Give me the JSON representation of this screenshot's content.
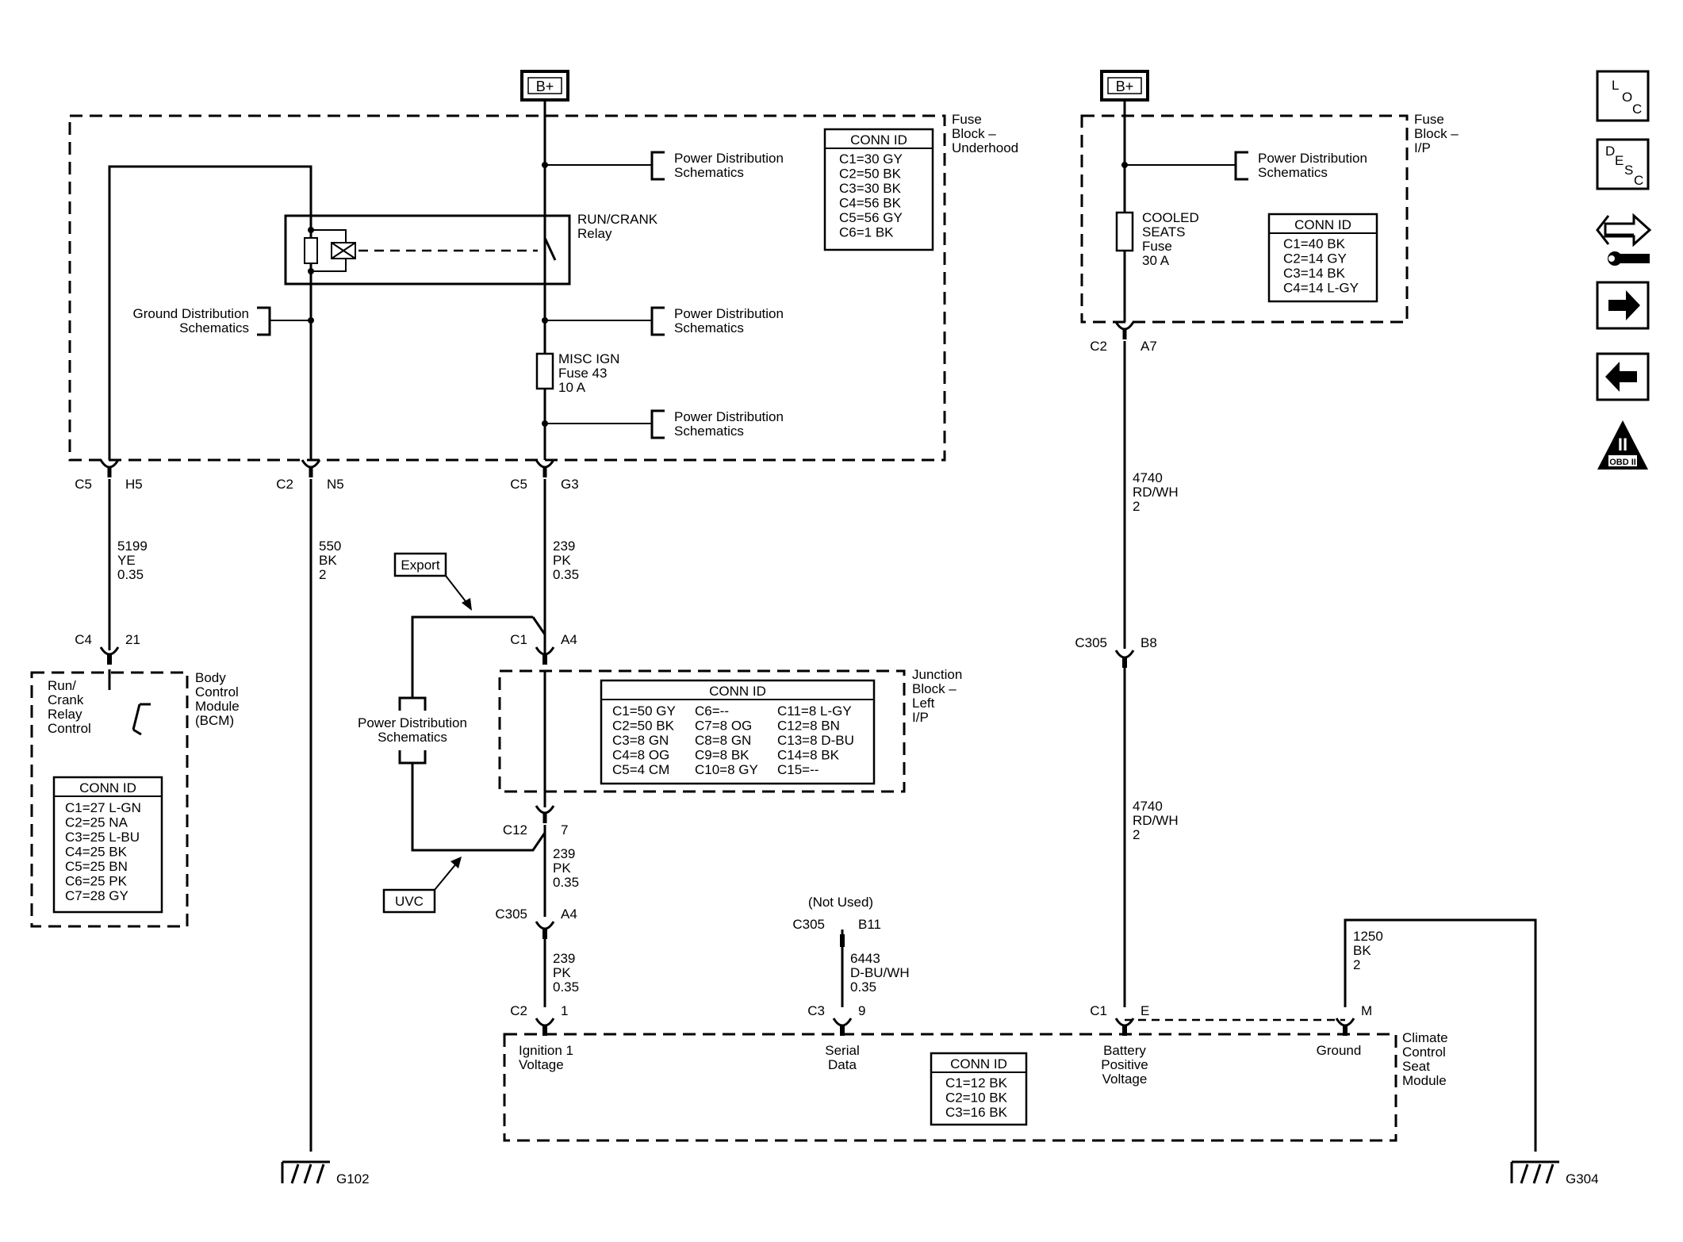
{
  "sources": {
    "bplus_left": "B+",
    "bplus_right": "B+"
  },
  "blocks": {
    "fuse_underhood": "Fuse Block – Underhood",
    "fuse_ip": "Fuse Block – I/P",
    "junction": "Junction Block – Left I/P",
    "bcm": "Body Control Module (BCM)",
    "ccsm": "Climate Control Seat Module"
  },
  "components": {
    "relay": "RUN/CRANK Relay",
    "misc_fuse": "MISC IGN Fuse 43 10 A",
    "cooled_fuse": "COOLED SEATS Fuse 30 A",
    "bcm_func": "Run/ Crank Relay Control"
  },
  "refs": {
    "pd1": "Power Distribution Schematics",
    "pd2": "Power Distribution Schematics",
    "pd3": "Power Distribution Schematics",
    "pd4": "Power Distribution Schematics",
    "pd5": "Power Distribution Schematics",
    "gd": "Ground Distribution Schematics"
  },
  "conn_tables": {
    "underhood": {
      "title": "CONN ID",
      "rows": [
        "C1=30 GY",
        "C2=50 BK",
        "C3=30 BK",
        "C4=56 BK",
        "C5=56 GY",
        "C6=1 BK"
      ]
    },
    "ip": {
      "title": "CONN ID",
      "rows": [
        "C1=40 BK",
        "C2=14 GY",
        "C3=14 BK",
        "C4=14 L-GY"
      ]
    },
    "junction": {
      "title": "CONN ID",
      "rows": [
        [
          "C1=50 GY",
          "C6=--",
          "C11=8 L-GY"
        ],
        [
          "C2=50 BK",
          "C7=8 OG",
          "C12=8 BN"
        ],
        [
          "C3=8 GN",
          "C8=8 GN",
          "C13=8 D-BU"
        ],
        [
          "C4=8 OG",
          "C9=8 BK",
          "C14=8 BK"
        ],
        [
          "C5=4 CM",
          "C10=8 GY",
          "C15=--"
        ]
      ]
    },
    "bcm": {
      "title": "CONN ID",
      "rows": [
        "C1=27 L-GN",
        "C2=25 NA",
        "C3=25 L-BU",
        "C4=25 BK",
        "C5=25 BN",
        "C6=25 PK",
        "C7=28 GY"
      ]
    },
    "ccsm": {
      "title": "CONN ID",
      "rows": [
        "C1=12 BK",
        "C2=10 BK",
        "C3=16 BK"
      ]
    }
  },
  "pins": {
    "c5_h5": {
      "conn": "C5",
      "pin": "H5"
    },
    "c2_n5": {
      "conn": "C2",
      "pin": "N5"
    },
    "c5_g3": {
      "conn": "C5",
      "pin": "G3"
    },
    "c4_21": {
      "conn": "C4",
      "pin": "21"
    },
    "c1_a4": {
      "conn": "C1",
      "pin": "A4"
    },
    "c12_7": {
      "conn": "C12",
      "pin": "7"
    },
    "c305_a4": {
      "conn": "C305",
      "pin": "A4"
    },
    "c2_1": {
      "conn": "C2",
      "pin": "1"
    },
    "c305_b11": {
      "conn": "C305",
      "pin": "B11"
    },
    "c3_9": {
      "conn": "C3",
      "pin": "9"
    },
    "c2_a7": {
      "conn": "C2",
      "pin": "A7"
    },
    "c305_b8": {
      "conn": "C305",
      "pin": "B8"
    },
    "c1_e": {
      "conn": "C1",
      "pin": "E"
    },
    "m": {
      "pin": "M"
    }
  },
  "wires": {
    "w5199": [
      "5199",
      "YE",
      "0.35"
    ],
    "w550": [
      "550",
      "BK",
      "2"
    ],
    "w239a": [
      "239",
      "PK",
      "0.35"
    ],
    "w239b": [
      "239",
      "PK",
      "0.35"
    ],
    "w239c": [
      "239",
      "PK",
      "0.35"
    ],
    "w6443": [
      "6443",
      "D-BU/WH",
      "0.35"
    ],
    "w4740a": [
      "4740",
      "RD/WH",
      "2"
    ],
    "w4740b": [
      "4740",
      "RD/WH",
      "2"
    ],
    "w1250": [
      "1250",
      "BK",
      "2"
    ]
  },
  "module_pins": {
    "ign": "Ignition 1 Voltage",
    "serial": "Serial Data",
    "batt": "Battery Positive Voltage",
    "gnd": "Ground"
  },
  "not_used": "(Not Used)",
  "grounds": {
    "g102": "G102",
    "g304": "G304"
  },
  "options": {
    "export": "Export",
    "uvc": "UVC"
  },
  "nav": {
    "loc": [
      "L",
      "O",
      "C"
    ],
    "desc": [
      "D",
      "E",
      "S",
      "C"
    ],
    "obd": "OBD II",
    "obd_mark": "II"
  }
}
